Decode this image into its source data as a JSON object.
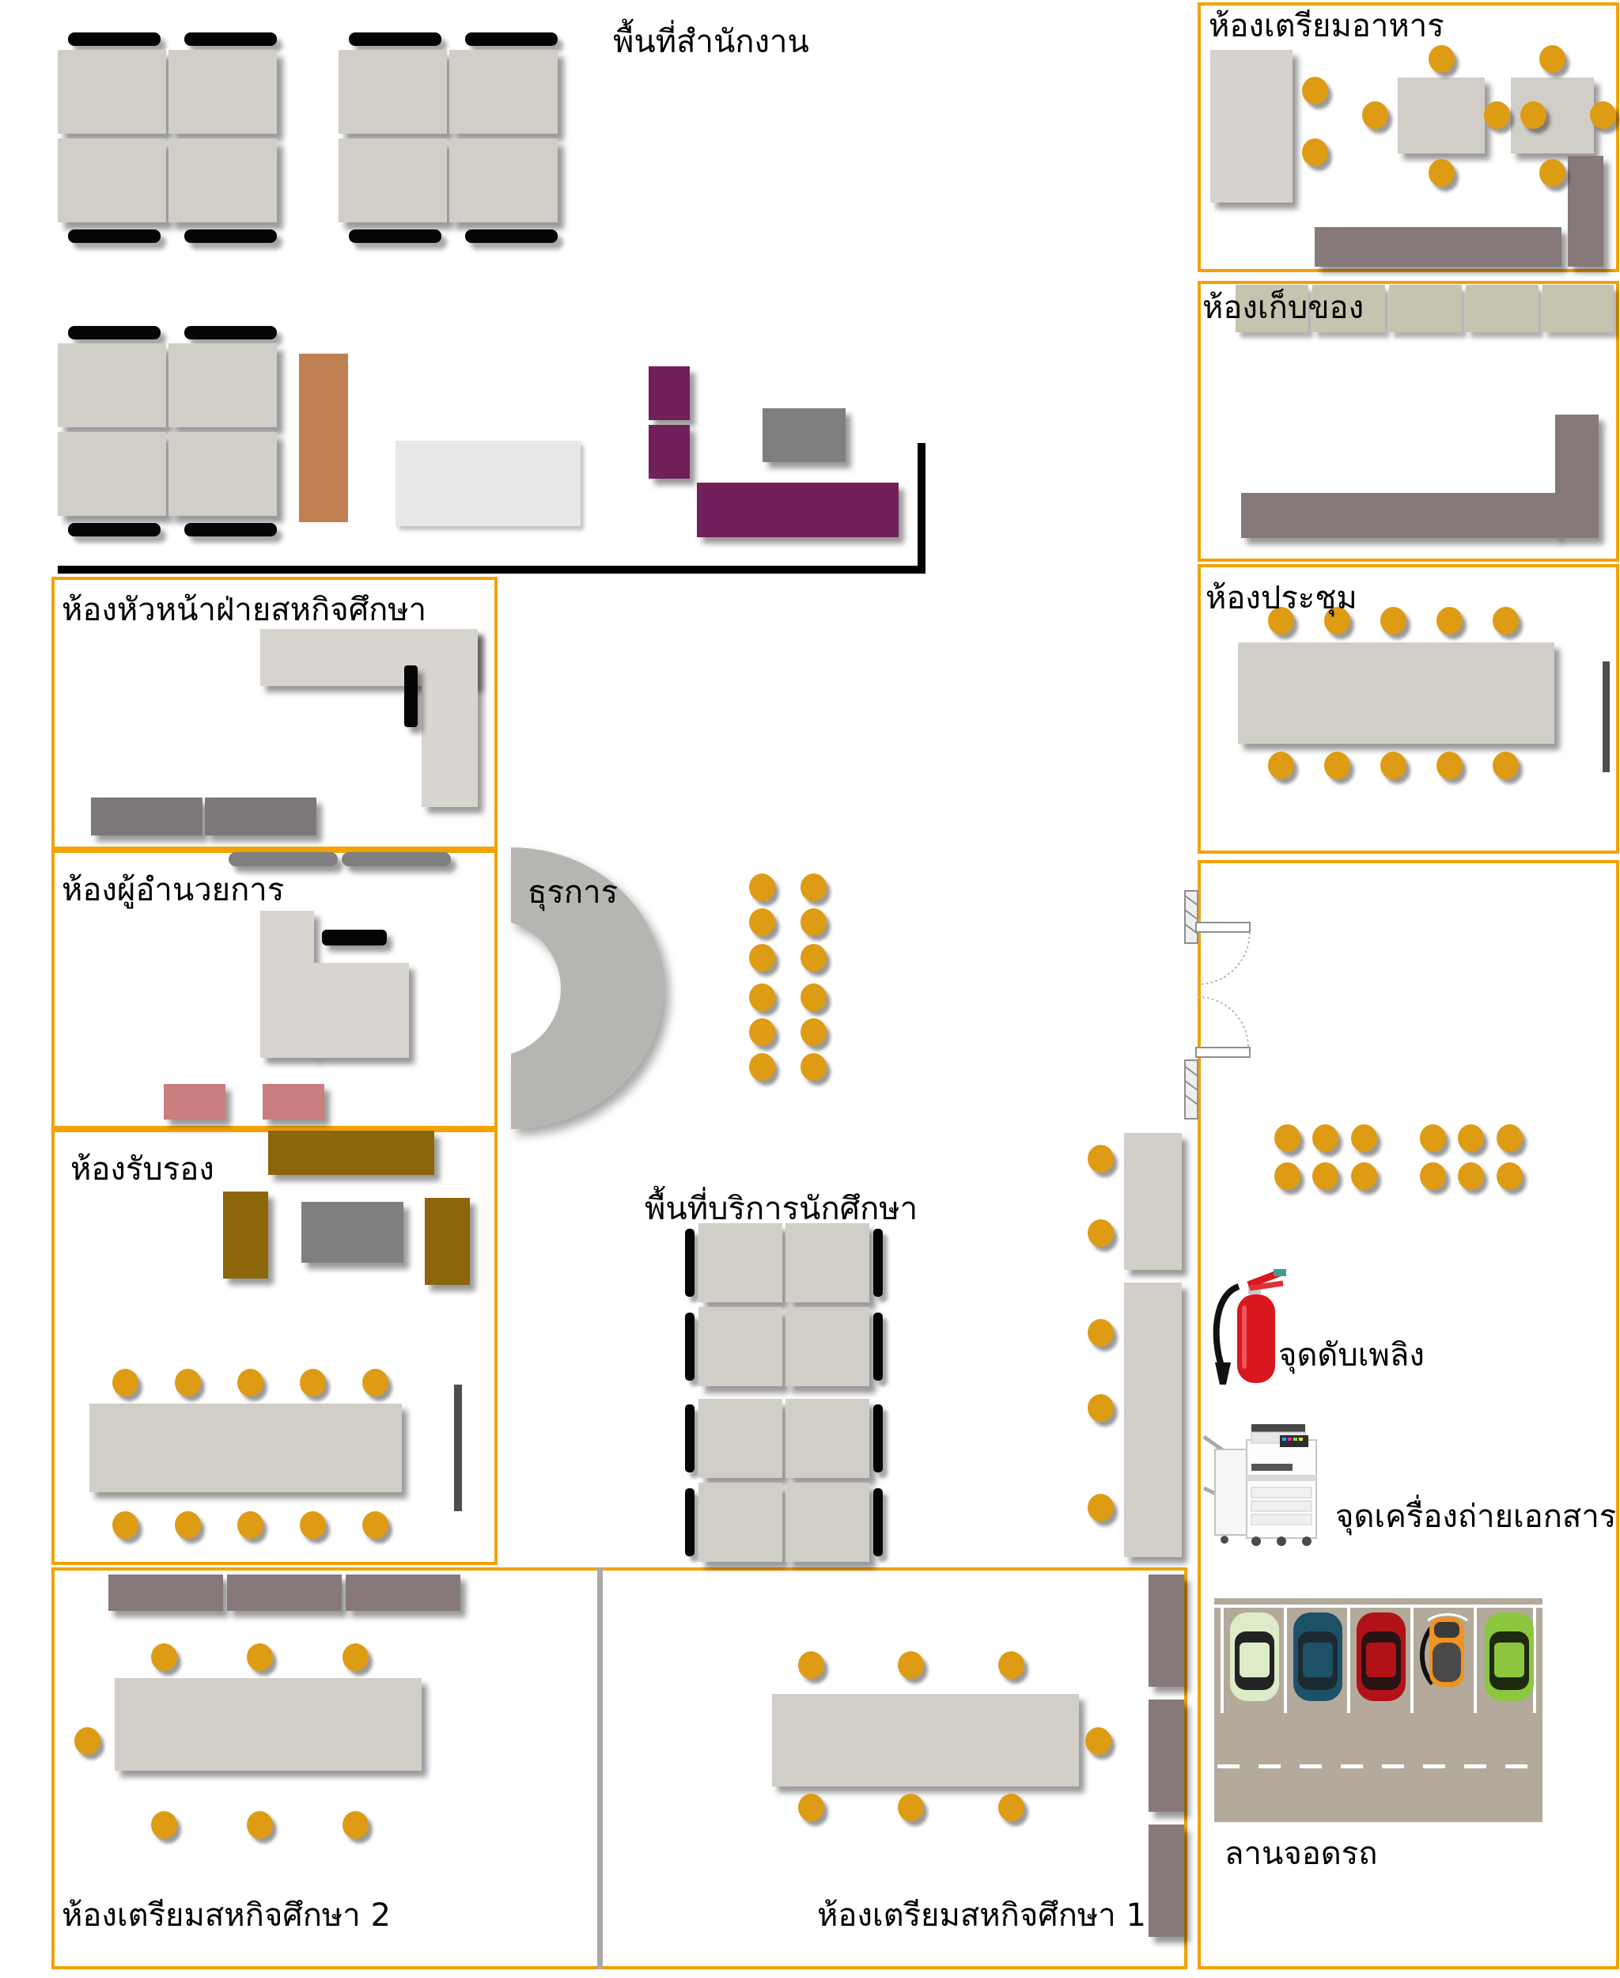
{
  "diagram": {
    "type": "floor-plan",
    "colors": {
      "room_border": "#F2A202",
      "desk": "#D1CEC8",
      "chair_orange": "#DE9B14",
      "chair_black": "#050505",
      "cabinet_mauve": "#87797A",
      "shelf_khaki": "#C6C3AE",
      "sofa_gold": "#8B660B",
      "guest_chair_pink": "#C97E80",
      "cabinet_purple": "#722059",
      "locker_copper": "#BF8052",
      "table_gray": "#7F7F7F",
      "admin_counter_gray": "#B5B5B2",
      "parking_lot": "#B3AA9B",
      "car_colors": [
        "#DCEBC8",
        "#1D5168",
        "#B11218",
        "#F0931F",
        "#8DC63F"
      ]
    }
  },
  "areas": {
    "office": {
      "label": "พื้นที่สำนักงาน",
      "desk_clusters": 3,
      "desks_per_cluster": 4
    },
    "admin": {
      "label": "ธุรการ",
      "counter": "semicircle",
      "queue_seats": 12
    },
    "student_service": {
      "label": "พื้นที่บริการนักศึกษา",
      "desk_clusters": 2,
      "desks_per_cluster": 4,
      "waiting_seats": 5
    },
    "head_coop_room": {
      "label": "ห้องหัวหน้าฝ่ายสหกิจศึกษา",
      "furniture": "L-desk, chair, 2 cabinets"
    },
    "director_room": {
      "label": "ห้องผู้อำนวยการ",
      "furniture": "L-desk, chair, 2 guest chairs, 2 cabinets"
    },
    "reception_room": {
      "label": "ห้องรับรอง",
      "furniture": "sofa set, coffee table, meeting table with 10 seats, screen"
    },
    "coop_prep_room_2": {
      "label": "ห้องเตรียมสหกิจศึกษา 2",
      "seats": 7,
      "cabinets": 3
    },
    "coop_prep_room_1": {
      "label": "ห้องเตรียมสหกิจศึกษา 1",
      "seats": 7,
      "cabinets": 3
    },
    "food_prep_room": {
      "label": "ห้องเตรียมอาหาร",
      "tables": 2,
      "seats": 10
    },
    "storage_room": {
      "label": "ห้องเก็บของ",
      "shelves": 5
    },
    "meeting_room": {
      "label": "ห้องประชุม",
      "seats": 10,
      "screen": 1
    },
    "fire_point": {
      "label": "จุดดับเพลิง",
      "icon": "fire-extinguisher-icon"
    },
    "copier_point": {
      "label": "จุดเครื่องถ่ายเอกสาร",
      "icon": "photocopier-icon"
    },
    "parking": {
      "label": "ลานจอดรถ",
      "vehicles": 5,
      "stalls": 5
    }
  }
}
